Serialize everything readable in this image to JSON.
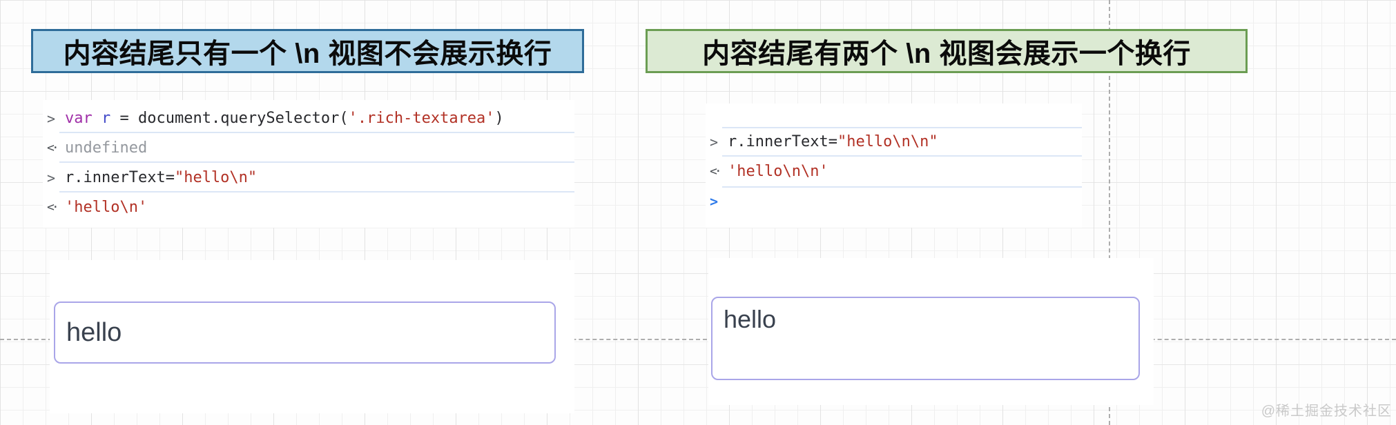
{
  "watermark": "@稀土掘金技术社区",
  "colors": {
    "blue_header_bg": "#b3d8ec",
    "blue_header_border": "#2e6c99",
    "green_header_bg": "#dcead3",
    "green_header_border": "#6b9d53",
    "textbox_border": "#a9a5e8",
    "console_separator": "#dbe6f6",
    "string_token": "#b23125",
    "keyword_token": "#a02fa8",
    "variable_token": "#4149c8",
    "active_prompt": "#2f7bea",
    "dashed_guide": "#aeaeae"
  },
  "left_panel": {
    "header": {
      "text": "内容结尾只有一个 \\n 视图不会展示换行"
    },
    "console": {
      "rows": [
        {
          "type": "input",
          "sep": "b",
          "tokens": [
            {
              "t": "var",
              "c": "keyword"
            },
            {
              "t": " r",
              "c": "variable"
            },
            {
              "t": " = document.querySelector(",
              "c": "plain"
            },
            {
              "t": "'.rich-textarea'",
              "c": "string"
            },
            {
              "t": ")",
              "c": "plain"
            }
          ]
        },
        {
          "type": "result",
          "sep": "b",
          "tokens": [
            {
              "t": "undefined",
              "c": "muted"
            }
          ]
        },
        {
          "type": "input",
          "sep": "b",
          "tokens": [
            {
              "t": "r.innerText=",
              "c": "plain"
            },
            {
              "t": "\"hello\\n\"",
              "c": "string"
            }
          ]
        },
        {
          "type": "result",
          "sep": "",
          "tokens": [
            {
              "t": "'hello\\n'",
              "c": "string"
            }
          ]
        }
      ]
    },
    "textbox": {
      "value": "hello"
    }
  },
  "right_panel": {
    "header": {
      "text": "内容结尾有两个 \\n 视图会展示一个换行"
    },
    "console": {
      "rows": [
        {
          "type": "input",
          "sep": "tb",
          "tokens": [
            {
              "t": "r.innerText=",
              "c": "plain"
            },
            {
              "t": "\"hello\\n\\n\"",
              "c": "string"
            }
          ]
        },
        {
          "type": "result",
          "sep": "",
          "tokens": [
            {
              "t": "'hello\\n\\n'",
              "c": "string"
            }
          ]
        },
        {
          "type": "active",
          "sep": "t",
          "tokens": []
        }
      ]
    },
    "textbox": {
      "value": "hello"
    }
  }
}
